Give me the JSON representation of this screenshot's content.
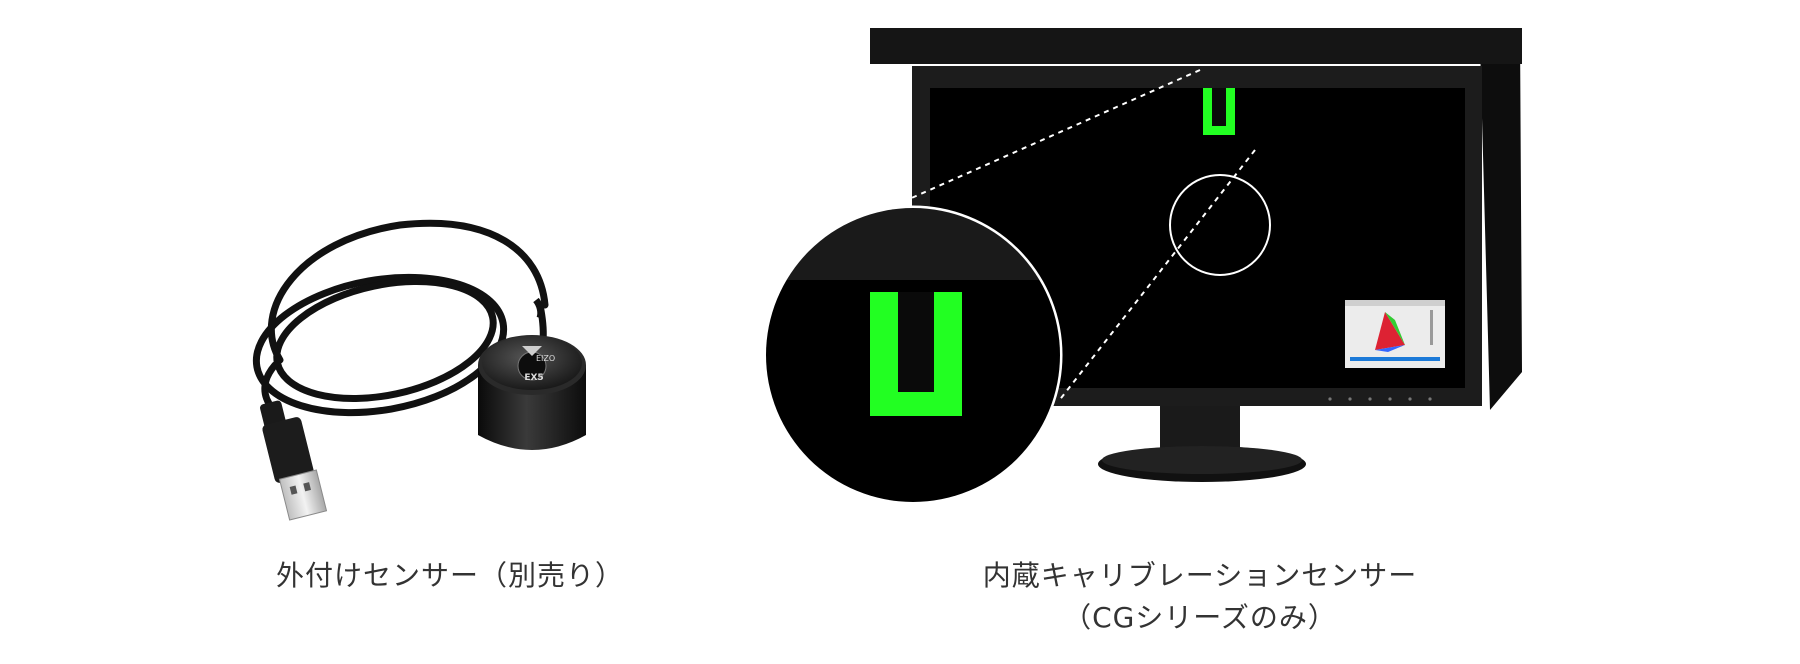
{
  "product_left": {
    "sensor_logo_text": "EIZO",
    "sensor_model_text": "EX5",
    "caption": "外付けセンサー（別売り）"
  },
  "product_right": {
    "caption_line1": "内蔵キャリブレーションセンサー",
    "caption_line2": "（CGシリーズのみ）",
    "sensor_color": "#22ff22"
  },
  "colors": {
    "monitor_body": "#111111",
    "screen": "#000000",
    "sensor_green": "#22ff22",
    "caption_text": "#333333"
  }
}
